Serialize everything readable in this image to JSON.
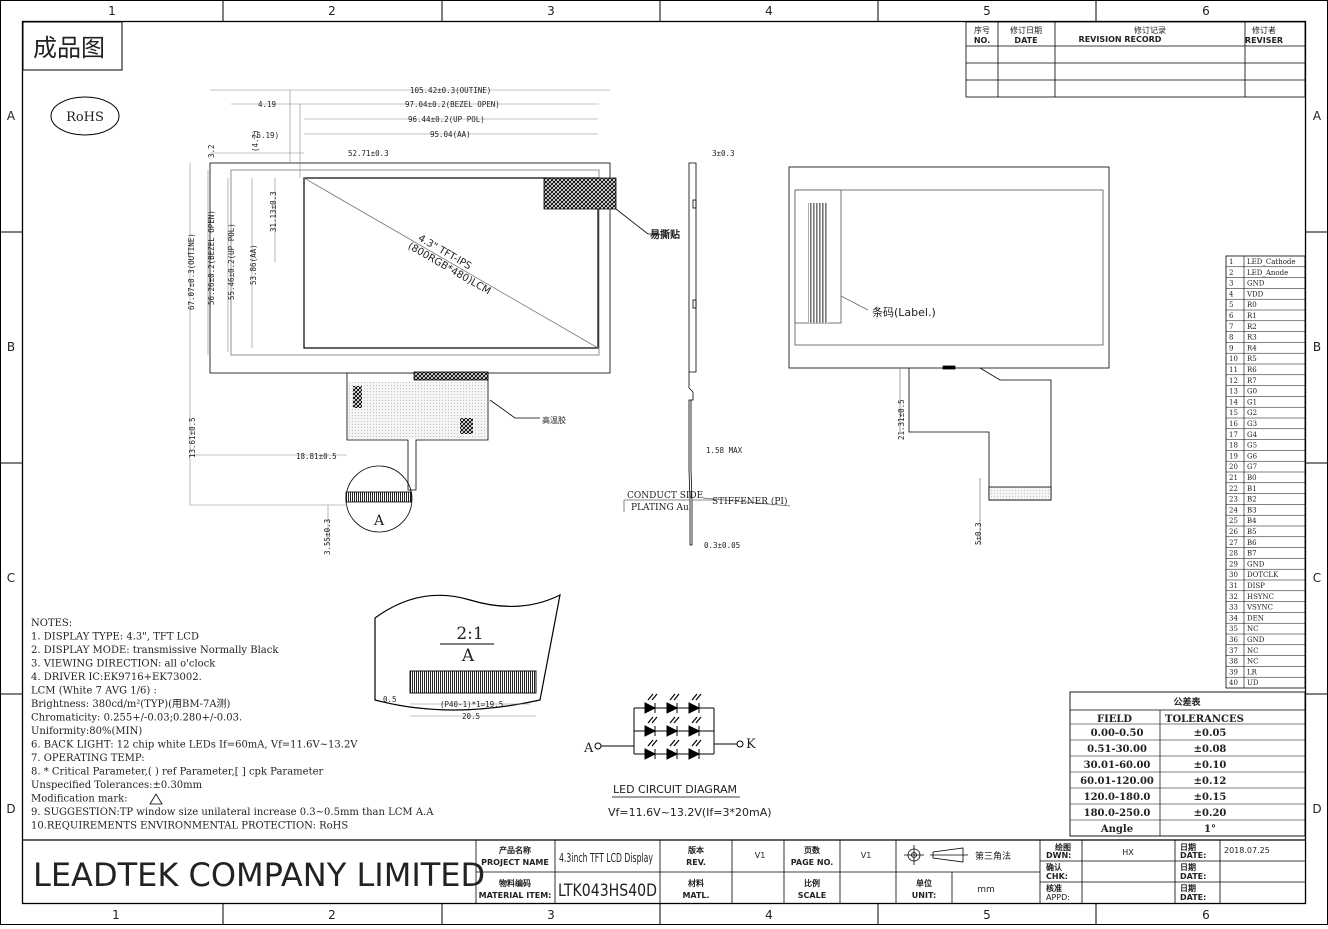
{
  "frame": {
    "cols": [
      "1",
      "2",
      "3",
      "4",
      "5",
      "6"
    ],
    "rows": [
      "A",
      "B",
      "C",
      "D"
    ]
  },
  "header": {
    "title": "成品图",
    "rohs": "RoHS"
  },
  "revision": {
    "h_no_cn": "序号",
    "h_no_en": "NO.",
    "h_date_cn": "修订日期",
    "h_date_en": "DATE",
    "h_rec_cn": "修订记录",
    "h_rec_en": "REVISION RECORD",
    "h_rev_cn": "修订者",
    "h_rev_en": "REVISER"
  },
  "front": {
    "dims": [
      "105.42±0.3(OUTINE)",
      "97.04±0.2(BEZEL OPEN)",
      "96.44±0.2(UP POL)",
      "95.04(AA)",
      "52.71±0.3",
      "4.19",
      "(5.19)",
      "3.2",
      "(4.2)",
      "67.07±0.3(OUTINE)",
      "56.26±0.2(BEZEL OPEN)",
      "55.46±0.2(UP POL)",
      "53.86(AA)",
      "31.13±0.3",
      "13.61±0.5",
      "18.81±0.5",
      "3.55±0.3"
    ],
    "panel_text1": "4.3\" TFT-IPS",
    "panel_text2": "(800RGB*480)LCM",
    "tape": "易撕贴",
    "glue": "高温胶",
    "detail": "A"
  },
  "side": {
    "top": "3±0.3",
    "thick": "1.58 MAX",
    "bottom": "0.3±0.05",
    "conduct1": "CONDUCT SIDE",
    "conduct2": "PLATING Au",
    "stiff": "STIFFENER (PI)"
  },
  "back": {
    "label": "条码(Label.)",
    "dim1": "21.31±0.5",
    "dim2": "5±0.3"
  },
  "pins": [
    {
      "n": "1",
      "s": "LED_Cathode"
    },
    {
      "n": "2",
      "s": "LED_Anode"
    },
    {
      "n": "3",
      "s": "GND"
    },
    {
      "n": "4",
      "s": "VDD"
    },
    {
      "n": "5",
      "s": "R0"
    },
    {
      "n": "6",
      "s": "R1"
    },
    {
      "n": "7",
      "s": "R2"
    },
    {
      "n": "8",
      "s": "R3"
    },
    {
      "n": "9",
      "s": "R4"
    },
    {
      "n": "10",
      "s": "R5"
    },
    {
      "n": "11",
      "s": "R6"
    },
    {
      "n": "12",
      "s": "R7"
    },
    {
      "n": "13",
      "s": "G0"
    },
    {
      "n": "14",
      "s": "G1"
    },
    {
      "n": "15",
      "s": "G2"
    },
    {
      "n": "16",
      "s": "G3"
    },
    {
      "n": "17",
      "s": "G4"
    },
    {
      "n": "18",
      "s": "G5"
    },
    {
      "n": "19",
      "s": "G6"
    },
    {
      "n": "20",
      "s": "G7"
    },
    {
      "n": "21",
      "s": "B0"
    },
    {
      "n": "22",
      "s": "B1"
    },
    {
      "n": "23",
      "s": "B2"
    },
    {
      "n": "24",
      "s": "B3"
    },
    {
      "n": "25",
      "s": "B4"
    },
    {
      "n": "26",
      "s": "B5"
    },
    {
      "n": "27",
      "s": "B6"
    },
    {
      "n": "28",
      "s": "B7"
    },
    {
      "n": "29",
      "s": "GND"
    },
    {
      "n": "30",
      "s": "DOTCLK"
    },
    {
      "n": "31",
      "s": "DISP"
    },
    {
      "n": "32",
      "s": "HSYNC"
    },
    {
      "n": "33",
      "s": "VSYNC"
    },
    {
      "n": "34",
      "s": "DEN"
    },
    {
      "n": "35",
      "s": "NC"
    },
    {
      "n": "36",
      "s": "GND"
    },
    {
      "n": "37",
      "s": "NC"
    },
    {
      "n": "38",
      "s": "NC"
    },
    {
      "n": "39",
      "s": "LR"
    },
    {
      "n": "40",
      "s": "UD"
    }
  ],
  "detail": {
    "scale": "2:1",
    "letter": "A",
    "d1": "0.5",
    "d2": "(P40-1)*1=19.5",
    "d3": "20.5"
  },
  "notes": [
    "NOTES:",
    "1. DISPLAY TYPE: 4.3\", TFT LCD",
    "2. DISPLAY MODE: transmissive Normally Black",
    "3. VIEWING DIRECTION: all o'clock",
    "4. DRIVER IC:EK9716+EK73002.",
    "LCM (White 7 AVG 1/6) :",
    "      Brightness: 380cd/m²(TYP)(用BM-7A测)",
    "      Chromaticity: 0.255+/-0.03;0.280+/-0.03.",
    "      Uniformity:80%(MIN)",
    "6. BACK LIGHT: 12 chip white LEDs If=60mA, Vf=11.6V~13.2V",
    "7. OPERATING TEMP:",
    "8. * Critical Parameter,(  ) ref Parameter,[ ] cpk Parameter",
    "   Unspecified Tolerances:±0.30mm",
    "   Modification mark:",
    "9. SUGGESTION:TP window size unilateral increase 0.3~0.5mm than LCM A.A",
    "10.REQUIREMENTS ENVIRONMENTAL PROTECTION: RoHS"
  ],
  "led": {
    "a": "A",
    "k": "K",
    "title": "LED CIRCUIT DIAGRAM",
    "vf": "Vf=11.6V~13.2V(If=3*20mA)"
  },
  "tol": {
    "title": "公差表",
    "h1": "FIELD",
    "h2": "TOLERANCES",
    "rows": [
      {
        "f": "0.00-0.50",
        "t": "±0.05"
      },
      {
        "f": "0.51-30.00",
        "t": "±0.08"
      },
      {
        "f": "30.01-60.00",
        "t": "±0.10"
      },
      {
        "f": "60.01-120.00",
        "t": "±0.12"
      },
      {
        "f": "120.0-180.0",
        "t": "±0.15"
      },
      {
        "f": "180.0-250.0",
        "t": "±0.20"
      },
      {
        "f": "Angle",
        "t": "1°"
      }
    ]
  },
  "titleblock": {
    "company": "LEADTEK COMPANY LIMITED",
    "proj_cn": "产品名称",
    "proj_en": "PROJECT NAME",
    "proj": "4.3inch TFT LCD Display",
    "mat_cn": "物料编码",
    "mat_en": "MATERIAL ITEM:",
    "mat": "LTK043HS40D",
    "rev_cn": "版本",
    "rev_en": "REV.",
    "rev": "V1",
    "matl_cn": "材料",
    "matl_en": "MATL.",
    "page_cn": "页数",
    "page_en": "PAGE NO.",
    "page": "V1",
    "scale_cn": "比例",
    "scale_en": "SCALE",
    "angle": "第三角法",
    "unit_cn": "单位",
    "unit_en": "UNIT:",
    "unit": "mm",
    "dwn_cn": "绘图",
    "dwn_en": "DWN:",
    "dwn": "HX",
    "chk_cn": "确认",
    "chk_en": "CHK:",
    "appd_cn": "核准",
    "appd_en": "APPD:",
    "date_cn": "日期",
    "date_en": "DATE:",
    "date": "2018.07.25"
  }
}
